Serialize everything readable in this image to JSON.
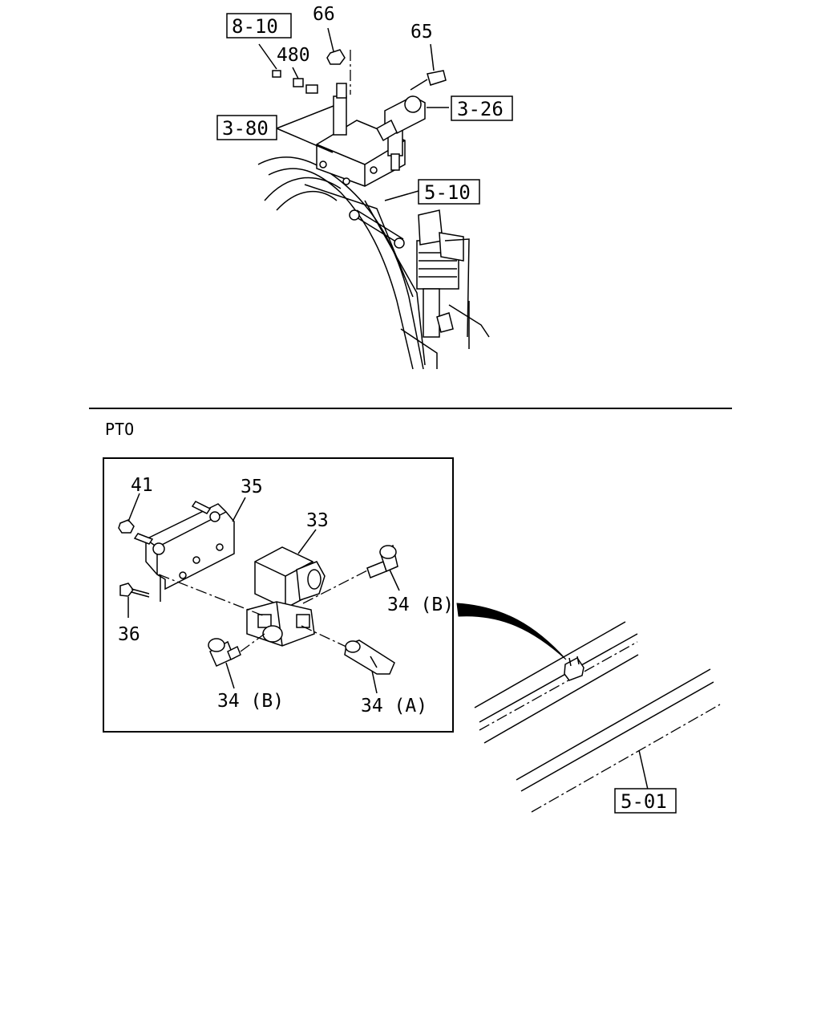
{
  "section": {
    "label": "PTO"
  },
  "top": {
    "refs": {
      "r8_10": "8-10",
      "r3_80": "3-80",
      "r3_26": "3-26",
      "r5_10": "5-10"
    },
    "parts": {
      "p66": "66",
      "p65": "65",
      "p480": "480"
    }
  },
  "inset": {
    "parts": {
      "p41": "41",
      "p35": "35",
      "p33": "33",
      "p36": "36",
      "p34b_right": "34 (B)",
      "p34b_left": "34 (B)",
      "p34a": "34 (A)"
    }
  },
  "frame": {
    "refs": {
      "r5_01": "5-01"
    }
  }
}
